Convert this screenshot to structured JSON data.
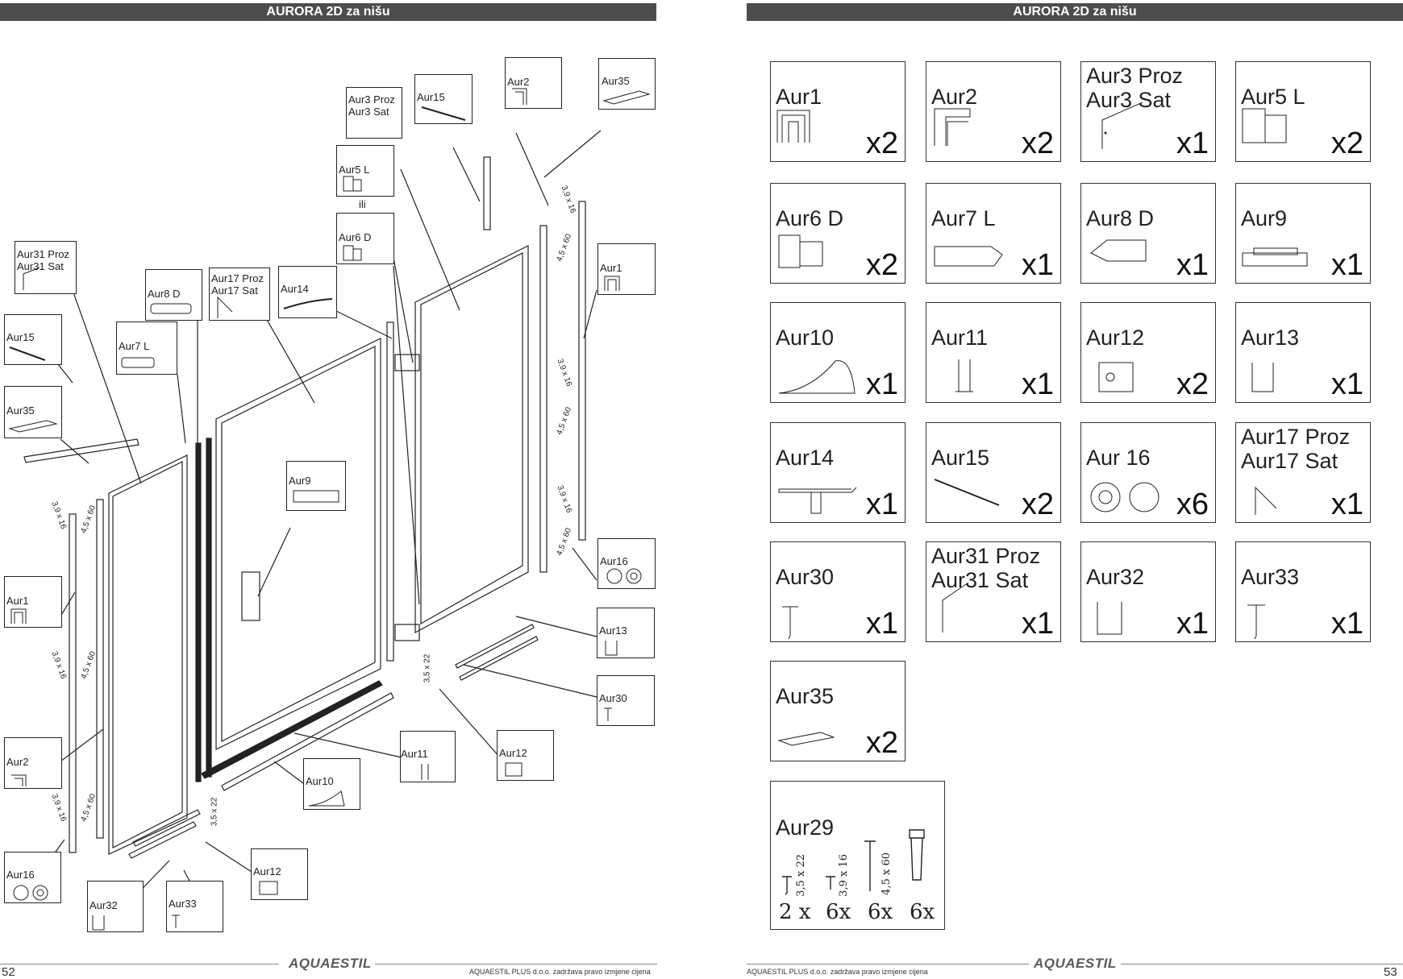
{
  "header_title": "AURORA 2D za nišu",
  "left": {
    "page_number": "52",
    "footer": "AQUAESTIL PLUS d.o.o. zadržava pravo izmjene cijena",
    "logo": "AQUAESTIL",
    "ili": "ili",
    "callouts": {
      "aur3": "Aur3 Proz\nAur3 Sat",
      "aur15_top": "Aur15",
      "aur2_top": "Aur2",
      "aur35_top": "Aur35",
      "aur5l": "Aur5 L",
      "aur6d": "Aur6 D",
      "aur1_right": "Aur1",
      "aur31": "Aur31 Proz\nAur31 Sat",
      "aur8d": "Aur8 D",
      "aur17": "Aur17 Proz\nAur17 Sat",
      "aur14": "Aur14",
      "aur15_left": "Aur15",
      "aur7l": "Aur7 L",
      "aur35_left": "Aur35",
      "aur9": "Aur9",
      "aur16_right": "Aur16",
      "aur1_left": "Aur1",
      "aur13": "Aur13",
      "aur30": "Aur30",
      "aur2_left": "Aur2",
      "aur11": "Aur11",
      "aur12_right": "Aur12",
      "aur10": "Aur10",
      "aur16_left": "Aur16",
      "aur12_bottom": "Aur12",
      "aur32": "Aur32",
      "aur33": "Aur33"
    },
    "dims": {
      "d1": "3,9 x 16",
      "d2": "4,5 x 60",
      "d3": "3,5 x 22"
    }
  },
  "right": {
    "page_number": "53",
    "footer": "AQUAESTIL PLUS d.o.o. zadržava pravo izmjene cijena",
    "logo": "AQUAESTIL",
    "parts": [
      {
        "name": "Aur1",
        "qty": "x2"
      },
      {
        "name": "Aur2",
        "qty": "x2"
      },
      {
        "name": "Aur3 Proz\nAur3 Sat",
        "qty": "x1"
      },
      {
        "name": "Aur5 L",
        "qty": "x2"
      },
      {
        "name": "Aur6 D",
        "qty": "x2"
      },
      {
        "name": "Aur7 L",
        "qty": "x1"
      },
      {
        "name": "Aur8 D",
        "qty": "x1"
      },
      {
        "name": "Aur9",
        "qty": "x1"
      },
      {
        "name": "Aur10",
        "qty": "x1"
      },
      {
        "name": "Aur11",
        "qty": "x1"
      },
      {
        "name": "Aur12",
        "qty": "x2"
      },
      {
        "name": "Aur13",
        "qty": "x1"
      },
      {
        "name": "Aur14",
        "qty": "x1"
      },
      {
        "name": "Aur15",
        "qty": "x2"
      },
      {
        "name": "Aur 16",
        "qty": "x6"
      },
      {
        "name": "Aur17 Proz\nAur17 Sat",
        "qty": "x1"
      },
      {
        "name": "Aur30",
        "qty": "x1"
      },
      {
        "name": "Aur31 Proz\nAur31 Sat",
        "qty": "x1"
      },
      {
        "name": "Aur32",
        "qty": "x1"
      },
      {
        "name": "Aur33",
        "qty": "x1"
      },
      {
        "name": "Aur35",
        "qty": "x2"
      }
    ],
    "aur29": {
      "name": "Aur29",
      "screws": [
        {
          "dim": "3,5 x 22",
          "qty": "2 x"
        },
        {
          "dim": "3,9 x 16",
          "qty": "6x"
        },
        {
          "dim": "4,5 x 60",
          "qty": "6x"
        },
        {
          "dim": "",
          "qty": "6x"
        }
      ]
    }
  }
}
